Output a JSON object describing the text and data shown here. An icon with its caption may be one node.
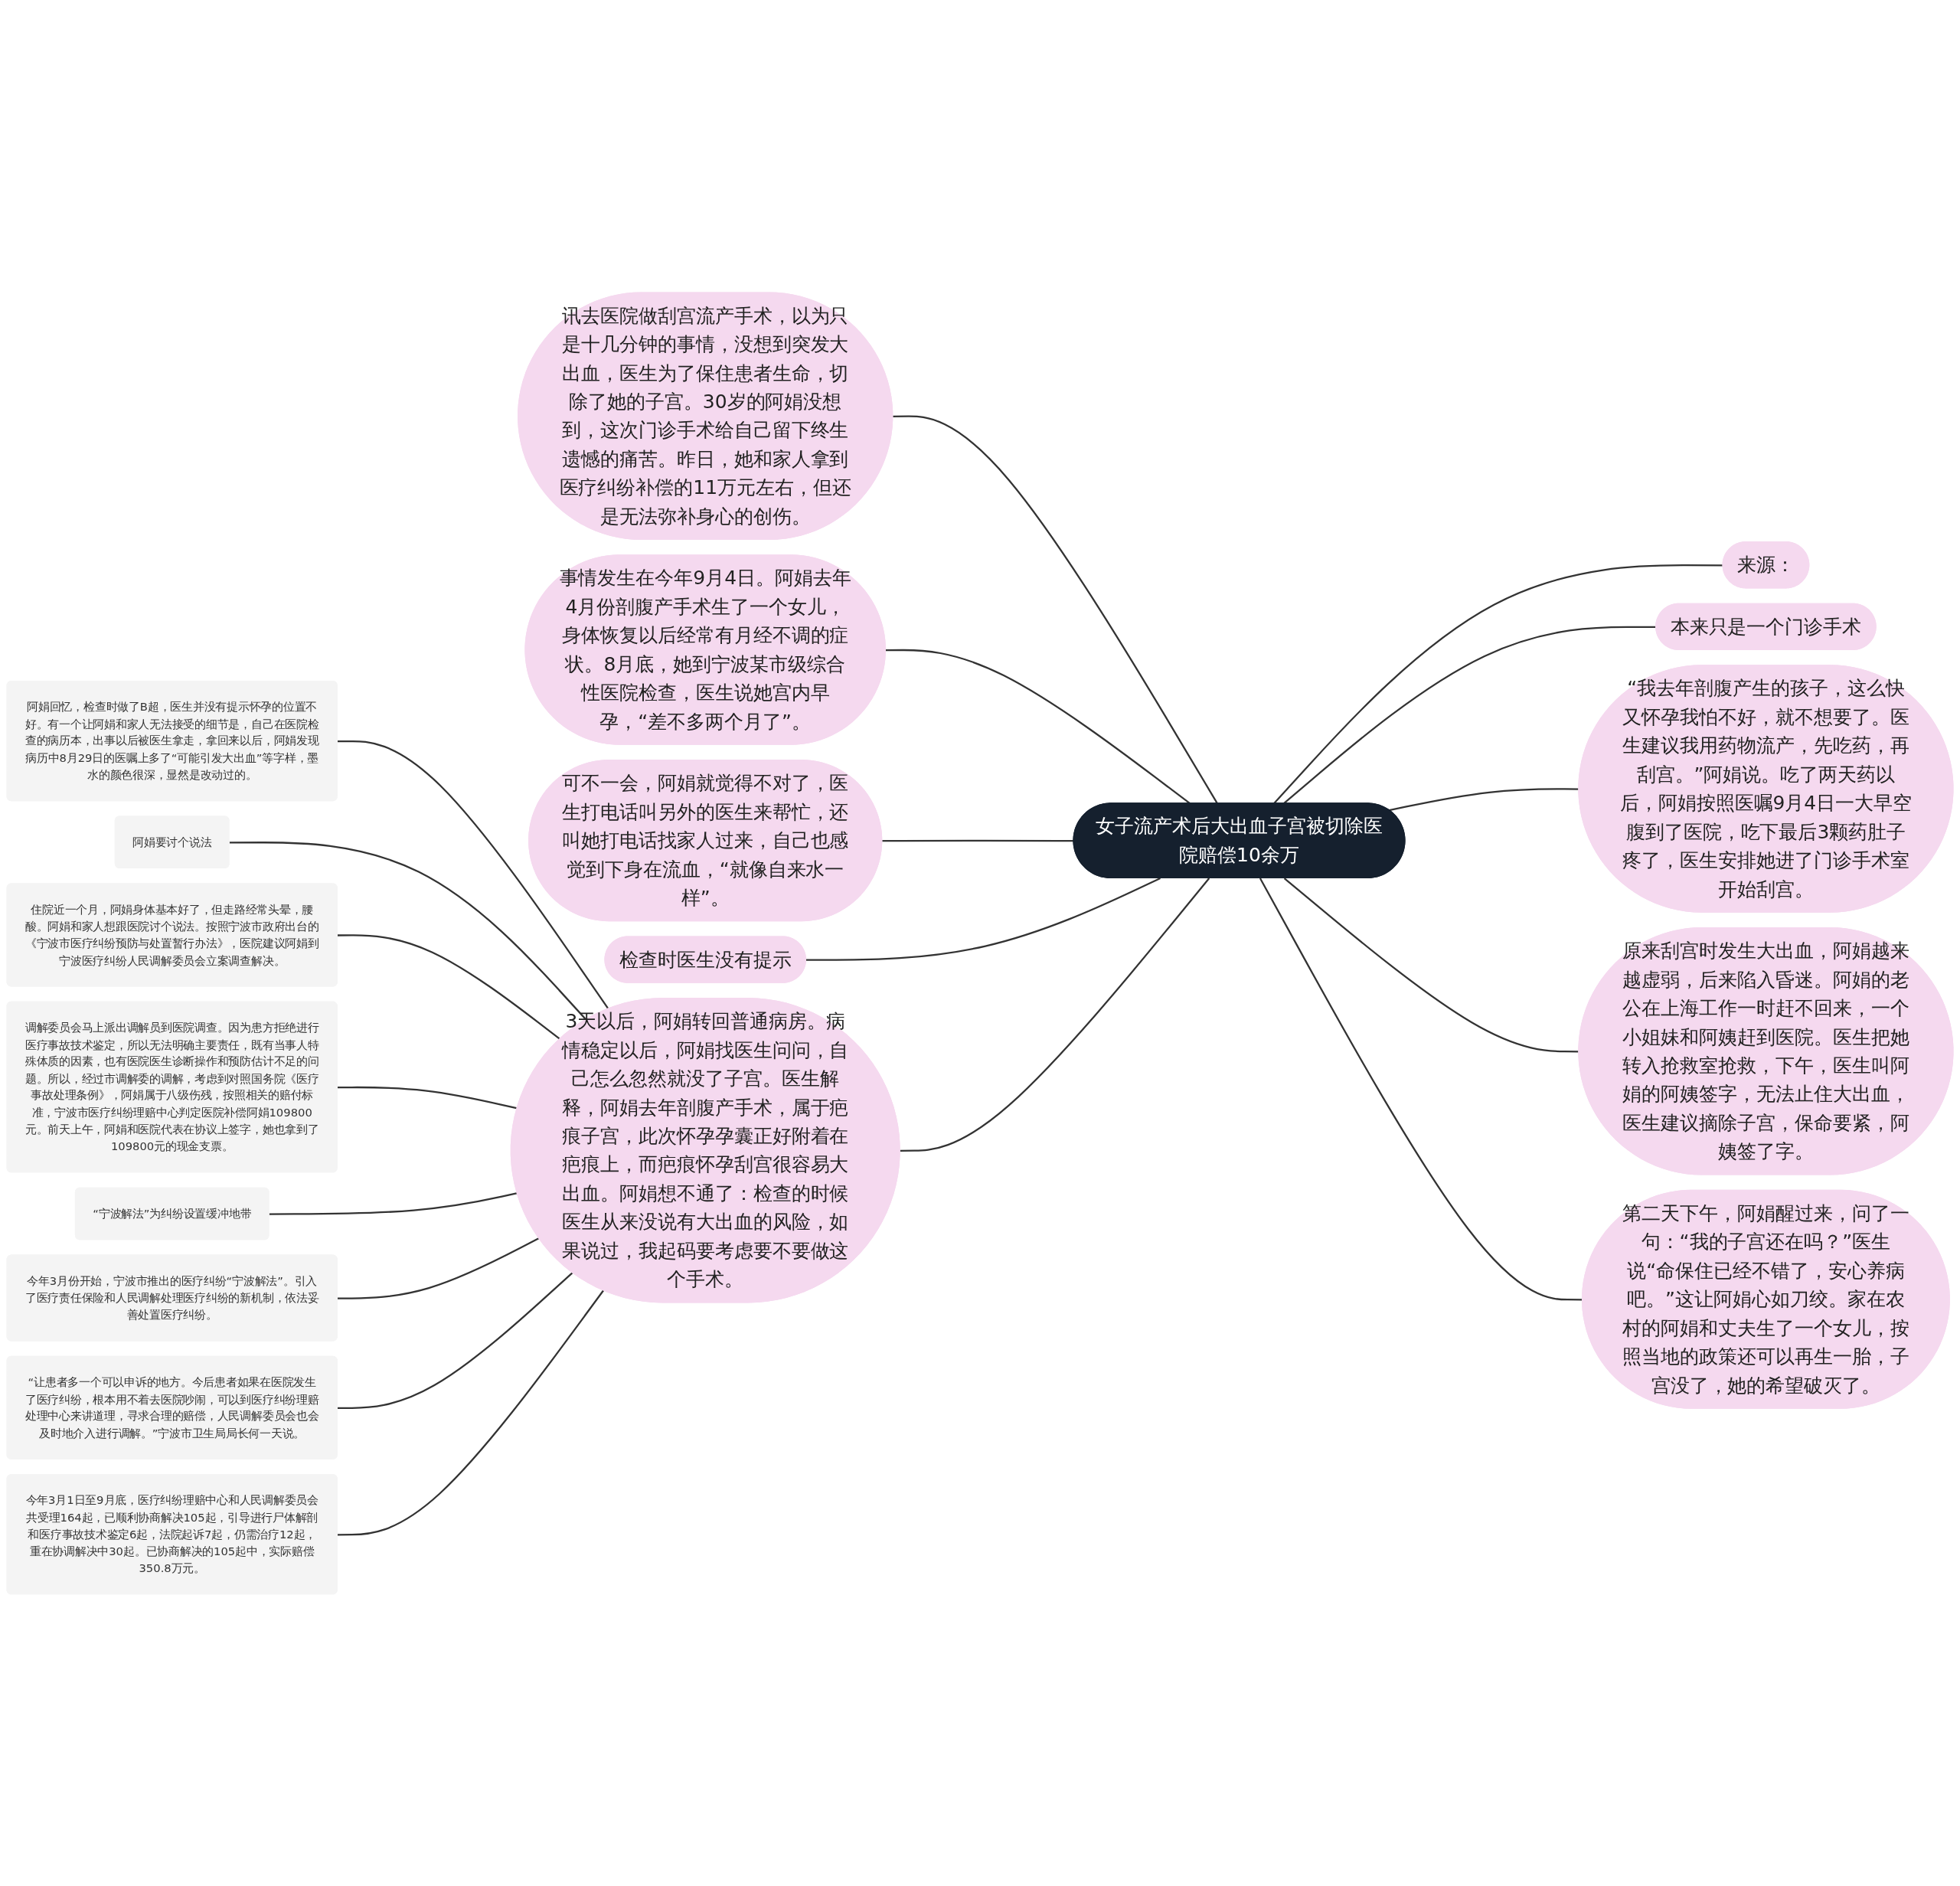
{
  "diagram": {
    "nodes": [
      {
        "text": [
          "女子流产术后大出血子宫被切除医院赔偿10余万"
        ]
      },
      {
        "text": [
          "讯去医院做刮宫流产手术，以为只是十几分钟的事情，没想到突发大出血，医生为了保住患者生命，切除了她的子宫。30岁的阿娟没想到，这次门诊手术给自己留下终生遗憾的痛苦。昨日，她和家人拿到医疗纠纷补偿的11万元左右，但还是无法弥补身心的创伤。"
        ]
      },
      {
        "text": [
          "事情发生在今年9月4日。阿娟去年4月份剖腹产手术生了一个女儿，身体恢复以后经常有月经不调的症状。8月底，她到宁波某市级综合性医院检查，医生说她宫内早孕，“差不多两个月了”。"
        ]
      },
      {
        "text": [
          "可不一会，阿娟就觉得不对了，医生打电话叫另外的医生来帮忙，还叫她打电话找家人过来，自己也感觉到下身在流血，“就像自来水一样”。"
        ]
      },
      {
        "text": [
          "检查时医生没有提示"
        ]
      },
      {
        "text": [
          "3天以后，阿娟转回普通病房。病情稳定以后，阿娟找医生问问，自己怎么忽然就没了子宫。医生解释，阿娟去年剖腹产手术，属于疤痕子宫，此次怀孕孕囊正好附着在疤痕上，而疤痕怀孕刮宫很容易大出血。阿娟想不通了：检查的时候医生从来没说有大出血的风险，如果说过，我起码要考虑要不要做这个手术。"
        ]
      },
      {
        "text": [
          "阿娟回忆，检查时做了B超，医生并没有提示怀孕的位置不好。有一个让阿娟和家人无法接受的细节是，自己在医院检查的病历本，出事以后被医生拿走，拿回来以后，阿娟发现病历中8月29日的医嘱上多了“可能引发大出血”等字样，墨水的颜色很深，显然是改动过的。"
        ]
      },
      {
        "text": [
          "阿娟要讨个说法"
        ]
      },
      {
        "text": [
          "住院近一个月，阿娟身体基本好了，但走路经常头晕，腰酸。阿娟和家人想跟医院讨个说法。按照宁波市政府出台的《宁波市医疗纠纷预防与处置暂行办法》，医院建议阿娟到宁波医疗纠纷人民调解委员会立案调查解决。"
        ]
      },
      {
        "text": [
          "调解委员会马上派出调解员到医院调查。因为患方拒绝进行医疗事故技术鉴定，所以无法明确主要责任，既有当事人特殊体质的因素，也有医院医生诊断操作和预防估计不足的问题。所以，经过市调解委的调解，考虑到对照国务院《医疗事故处理条例》，阿娟属于八级伤残，按照相关的赔付标准，宁波市医疗纠纷理赔中心判定医院补偿阿娟109800元。前天上午，阿娟和医院代表在协议上签字，她也拿到了109800元的现金支票。"
        ]
      },
      {
        "text": [
          "“宁波解法”为纠纷设置缓冲地带"
        ]
      },
      {
        "text": [
          "今年3月份开始，宁波市推出的医疗纠纷“宁波解法”。引入了医疗责任保险和人民调解处理医疗纠纷的新机制，依法妥善处置医疗纠纷。"
        ]
      },
      {
        "text": [
          "“让患者多一个可以申诉的地方。今后患者如果在医院发生了医疗纠纷，根本用不着去医院吵闹，可以到医疗纠纷理赔处理中心来讲道理，寻求合理的赔偿，人民调解委员会也会及时地介入进行调解。”宁波市卫生局局长何一天说。"
        ]
      },
      {
        "text": [
          "今年3月1日至9月底，医疗纠纷理赔中心和人民调解委员会共受理164起，已顺利协商解决105起，引导进行尸体解剖和医疗事故技术鉴定6起，法院起诉7起，仍需治疗12起，重在协调解决中30起。已协商解决的105起中，实际赔偿350.8万元。"
        ]
      },
      {
        "text": [
          "来源："
        ]
      },
      {
        "text": [
          "本来只是一个门诊手术"
        ]
      },
      {
        "text": [
          "“我去年剖腹产生的孩子，这么快又怀孕我怕不好，就不想要了。医生建议我用药物流产，先吃药，再刮宫。”阿娟说。吃了两天药以后，阿娟按照医嘱9月4日一大早空腹到了医院，吃下最后3颗药肚子疼了，医生安排她进了门诊手术室开始刮宫。"
        ]
      },
      {
        "text": [
          "原来刮宫时发生大出血，阿娟越来越虚弱，后来陷入昏迷。阿娟的老公在上海工作一时赶不回来，一个小姐妹和阿姨赶到医院。医生把她转入抢救室抢救，下午，医生叫阿娟的阿姨签字，无法止住大出血，医生建议摘除子宫，保命要紧，阿姨签了字。"
        ]
      },
      {
        "text": [
          "第二天下午，阿娟醒过来，问了一句：“我的子宫还在吗？”医生说“命保住已经不错了，安心养病吧。”这让阿娟心如刀绞。家在农村的阿娟和丈夫生了一个女儿，按照当地的政策还可以再生一胎，子宫没了，她的希望破灭了。"
        ]
      }
    ],
    "edges": [
      {
        "from": 0,
        "to": 1,
        "arrow": "none"
      },
      {
        "from": 0,
        "to": 2,
        "arrow": "none"
      },
      {
        "from": 0,
        "to": 3,
        "arrow": "none"
      },
      {
        "from": 0,
        "to": 4,
        "arrow": "none"
      },
      {
        "from": 0,
        "to": 5,
        "arrow": "none"
      },
      {
        "from": 5,
        "to": 6,
        "arrow": "none"
      },
      {
        "from": 5,
        "to": 7,
        "arrow": "none"
      },
      {
        "from": 5,
        "to": 8,
        "arrow": "none"
      },
      {
        "from": 5,
        "to": 9,
        "arrow": "none"
      },
      {
        "from": 5,
        "to": 10,
        "arrow": "none"
      },
      {
        "from": 5,
        "to": 11,
        "arrow": "none"
      },
      {
        "from": 5,
        "to": 12,
        "arrow": "none"
      },
      {
        "from": 5,
        "to": 13,
        "arrow": "none"
      },
      {
        "from": 0,
        "to": 14,
        "arrow": "none"
      },
      {
        "from": 0,
        "to": 15,
        "arrow": "none"
      },
      {
        "from": 0,
        "to": 16,
        "arrow": "none"
      },
      {
        "from": 0,
        "to": 17,
        "arrow": "none"
      },
      {
        "from": 0,
        "to": 18,
        "arrow": "none"
      }
    ]
  }
}
